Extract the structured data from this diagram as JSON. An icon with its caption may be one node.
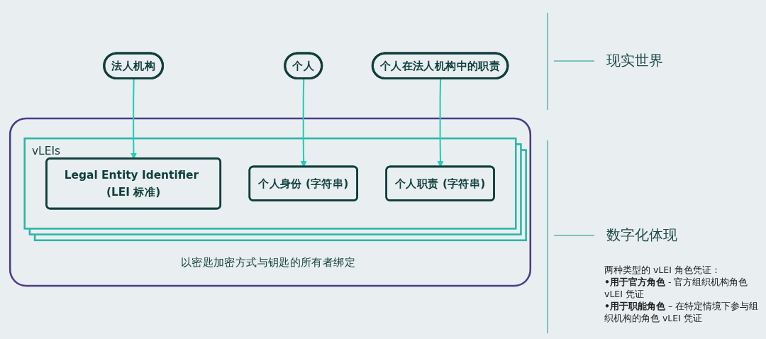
{
  "diagram": {
    "nodes": [
      {
        "text": [
          "法人机构"
        ]
      },
      {
        "text": [
          "个人"
        ]
      },
      {
        "text": [
          "个人在法人机构中的职责"
        ]
      },
      {
        "text": [
          "以密匙加密方式与钥匙的所有者绑定"
        ]
      },
      {
        "text": [
          "vLEIs"
        ],
        "in": 3
      },
      {
        "text": [
          "Legal Entity Identifier (LEI 标准)"
        ],
        "in": 4
      },
      {
        "text": [
          "个人身份 (字符串)"
        ],
        "in": 4
      },
      {
        "text": [
          "个人职责 (字符串)"
        ],
        "in": 4
      }
    ],
    "edges": [
      {
        "from": 0,
        "to": 5,
        "arrow": "to"
      },
      {
        "from": 1,
        "to": 6,
        "arrow": "to"
      },
      {
        "from": 2,
        "to": 7,
        "arrow": "to"
      }
    ],
    "labels": [
      "现实世界",
      "数字化体现",
      "两种类型的 vLEI 角色凭证：",
      "**•用于官方角色** - 官方组织机构角色 vLEI 凭证",
      "**•用于职能角色** – 在特定情境下参与组织机构的角色 vLEI 凭证"
    ]
  }
}
